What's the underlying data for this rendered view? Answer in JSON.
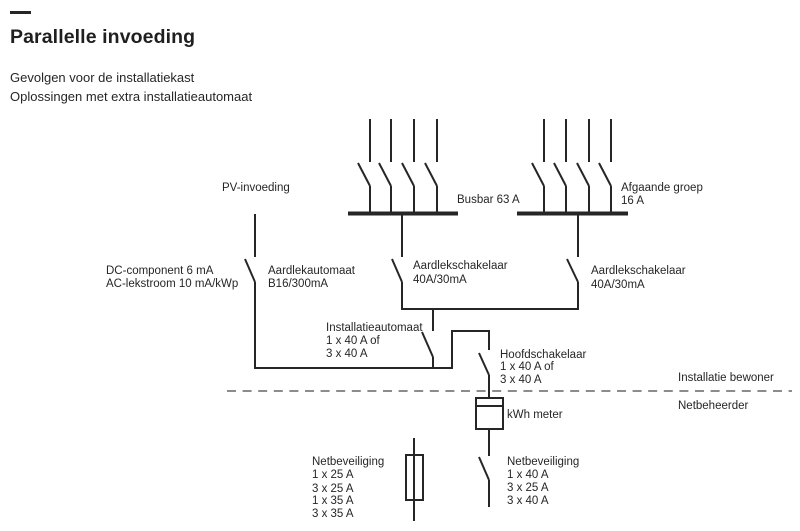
{
  "header": {
    "title": "Parallelle invoeding",
    "subtitle_lines": [
      "Gevolgen voor de installatiekast",
      "Oplossingen met extra installatieautomaat"
    ]
  },
  "diagram": {
    "pv_feed_label": "PV-invoeding",
    "dc_note": [
      "DC-component 6 mA",
      "AC-lekstroom 10 mA/kWp"
    ],
    "rcbo": [
      "Aardlekautomaat",
      "B16/300mA"
    ],
    "busbar_label": "Busbar 63 A",
    "outgoing_group": [
      "Afgaande groep",
      "16 A"
    ],
    "rcd_left": [
      "Aardlekschakelaar",
      "40A/30mA"
    ],
    "rcd_right": [
      "Aardlekschakelaar",
      "40A/30mA"
    ],
    "installation_breaker": [
      "Installatieautomaat",
      "1 x 40 A of",
      "3 x 40 A"
    ],
    "main_switch": [
      "Hoofdschakelaar",
      "1 x 40 A of",
      "3 x 40 A"
    ],
    "zone_above": "Installatie bewoner",
    "zone_below": "Netbeheerder",
    "meter_label": "kWh meter",
    "grid_fuse": [
      "Netbeveiliging",
      "1 x 25 A",
      "3 x 25 A",
      "1 x 35 A",
      "3 x 35 A"
    ],
    "grid_breaker": [
      "Netbeveiliging",
      "1 x 40 A",
      "3 x 25 A",
      "3 x 40 A"
    ]
  },
  "colors": {
    "line": "#262626",
    "boundary_dash": "#8c8c8c",
    "text": "#262626"
  }
}
